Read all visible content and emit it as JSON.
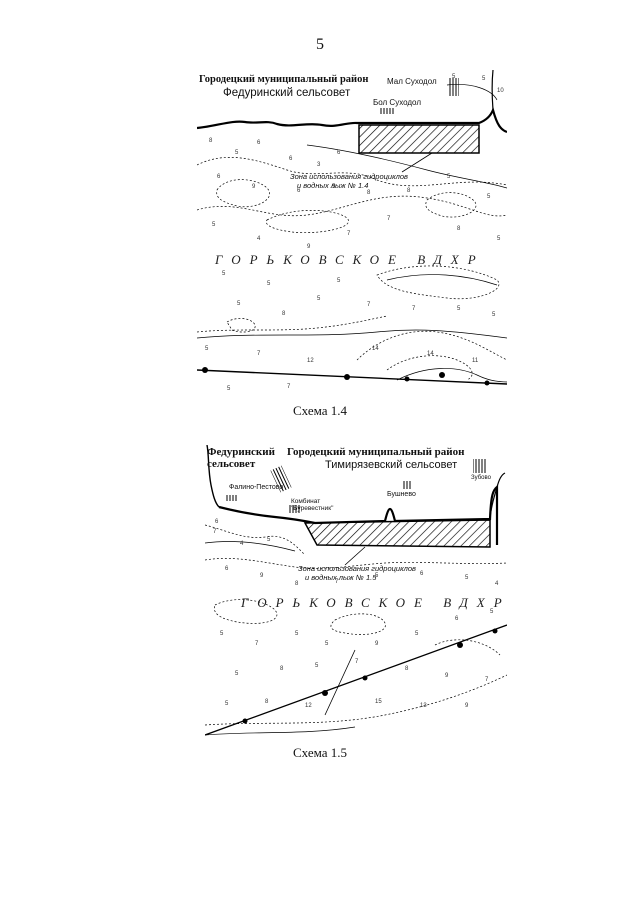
{
  "page_number": "5",
  "schemes": [
    {
      "caption": "Схема 1.4",
      "district": "Городецкий муниципальный район",
      "council": "Федуринский сельсовет",
      "village_1": "Мал Суходол",
      "village_2": "Бол Суходол",
      "zone_line_1": "Зона использования гидроциклов",
      "zone_line_2": "и водных лыж № 1.4",
      "lake": "ГОРЬКОВСКОЕ ВДХР"
    },
    {
      "caption": "Схема 1.5",
      "council_left_1": "Федуринский",
      "council_left_2": "сельсовет",
      "district": "Городецкий муниципальный район",
      "council": "Тимирязевский сельсовет",
      "village_1": "Фалино-Пестово",
      "village_2": "Комбинат",
      "village_2b": "\"Буревестник\"",
      "village_3": "Бушнево",
      "village_4": "Зубово",
      "zone_line_1": "Зона использования гидроциклов",
      "zone_line_2": "и водных лыж № 1.5",
      "lake": "ГОРЬКОВСКОЕ ВДХР"
    }
  ]
}
